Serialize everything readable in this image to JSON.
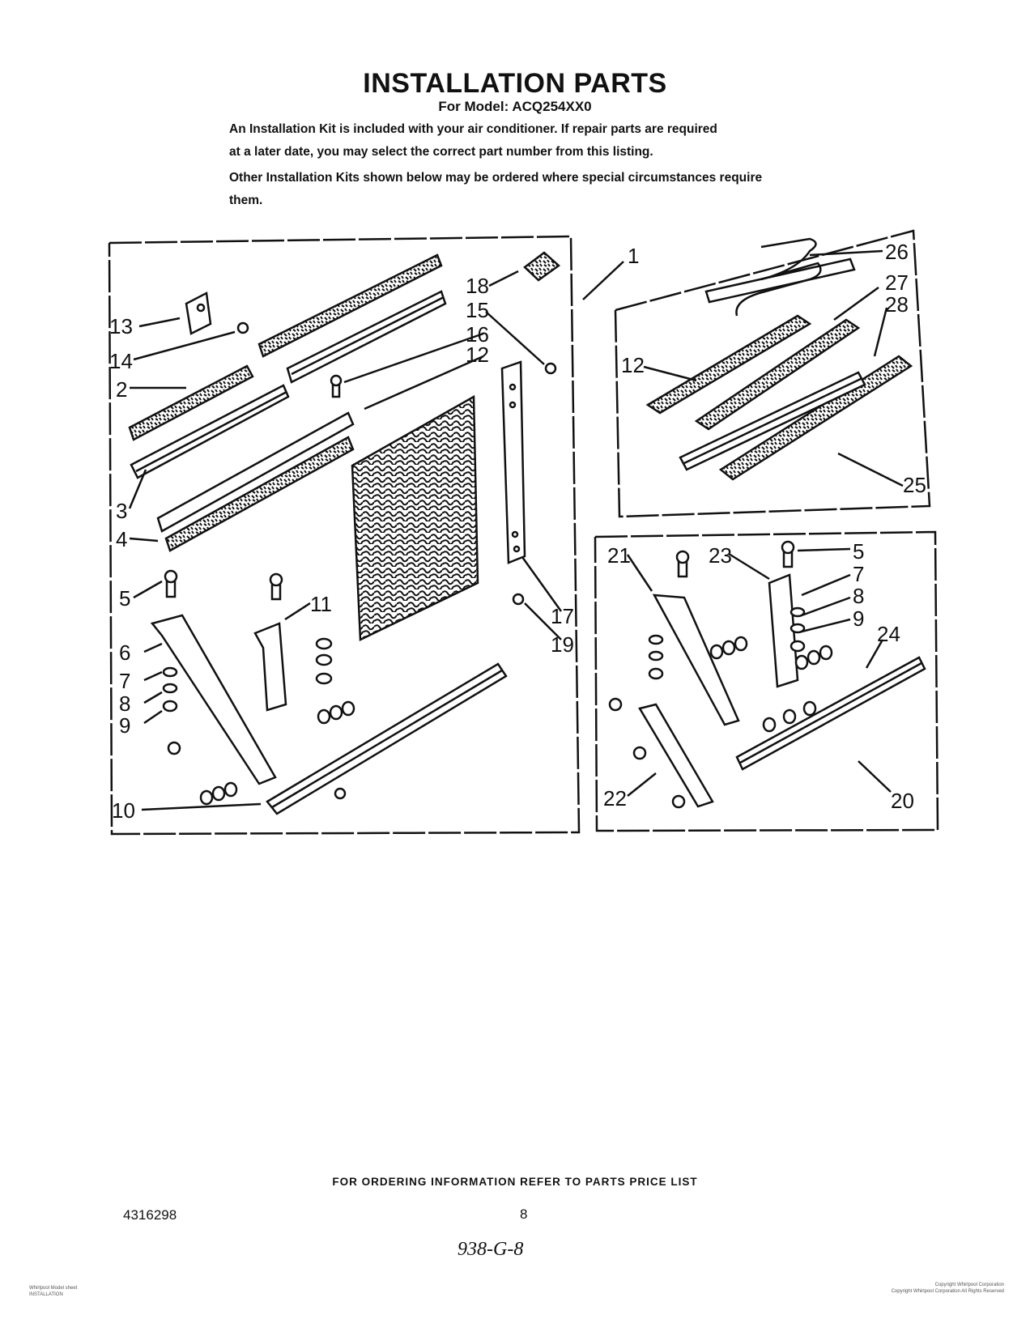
{
  "header": {
    "title": "INSTALLATION PARTS",
    "subtitle": "For Model: ACQ254XX0"
  },
  "intro": {
    "line1": "An Installation Kit is included with your air conditioner. If repair parts are required",
    "line2": "at a later date, you may select the correct part number from this listing.",
    "line3": "Other Installation Kits shown below may be ordered where special circumstances require",
    "line4": "them."
  },
  "diagram": {
    "callouts_left_panel": [
      "13",
      "14",
      "2",
      "3",
      "4",
      "5",
      "6",
      "7",
      "8",
      "9",
      "10",
      "11",
      "18",
      "15",
      "16",
      "12",
      "17",
      "19"
    ],
    "callouts_top_right_panel": [
      "1",
      "26",
      "27",
      "28",
      "12",
      "25"
    ],
    "callouts_bottom_right_panel": [
      "21",
      "23",
      "5",
      "7",
      "8",
      "9",
      "24",
      "22",
      "20"
    ]
  },
  "footer": {
    "ordering_note": "FOR ORDERING INFORMATION REFER TO PARTS PRICE LIST",
    "doc_number": "4316298",
    "page_number": "8",
    "handwritten": "938-G-8",
    "fine_left_1": "Whirlpool Model sheet",
    "fine_left_2": "INSTALLATION",
    "fine_right_1": "Copyright Whirlpool Corporation",
    "fine_right_2": "Copyright Whirlpool Corporation  All Rights Reserved"
  }
}
